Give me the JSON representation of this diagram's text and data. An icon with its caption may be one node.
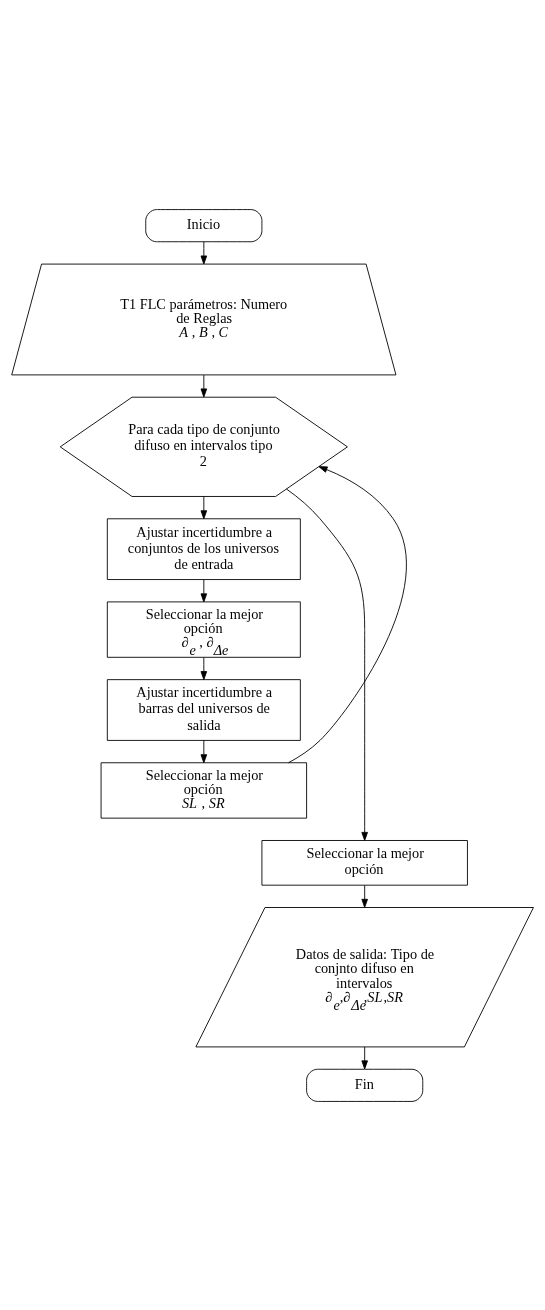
{
  "diagram": {
    "nodes": [
      {
        "text": [
          "Inicio"
        ]
      },
      {
        "text": [
          "T1 FLC parámetros: Numero de Reglas",
          "*A* , *B* , *C*"
        ]
      },
      {
        "text": [
          "Para cada tipo de conjunto difuso en intervalos tipo 2"
        ]
      },
      {
        "text": [
          "Ajustar incertidumbre a conjuntos de los universos de entrada"
        ]
      },
      {
        "text": [
          "Seleccionar la mejor opción",
          "∂$_{e}$ , ∂$_{Δe}$"
        ]
      },
      {
        "text": [
          "Ajustar incertidumbre a barras del universos de salida"
        ]
      },
      {
        "text": [
          "Seleccionar la mejor opción",
          "*SL* , *SR*"
        ]
      },
      {
        "text": [
          "Seleccionar la mejor opción"
        ]
      },
      {
        "text": [
          "Datos de salida: Tipo de conjnto difuso en intervalos",
          "∂$_{e}$,∂$_{Δe}$,*SL*,*SR*"
        ]
      },
      {
        "text": [
          "Fin"
        ]
      }
    ],
    "edges": [
      {
        "from": 0,
        "to": 1,
        "arrow": "to"
      },
      {
        "from": 1,
        "to": 2,
        "arrow": "to"
      },
      {
        "from": 2,
        "to": 3,
        "arrow": "to"
      },
      {
        "from": 3,
        "to": 4,
        "arrow": "to"
      },
      {
        "from": 4,
        "to": 5,
        "arrow": "to"
      },
      {
        "from": 5,
        "to": 6,
        "arrow": "to"
      },
      {
        "from": 6,
        "to": 2,
        "arrow": "to"
      },
      {
        "from": 2,
        "to": 7,
        "arrow": "to"
      },
      {
        "from": 7,
        "to": 8,
        "arrow": "to"
      },
      {
        "from": 8,
        "to": 9,
        "arrow": "to"
      }
    ]
  }
}
